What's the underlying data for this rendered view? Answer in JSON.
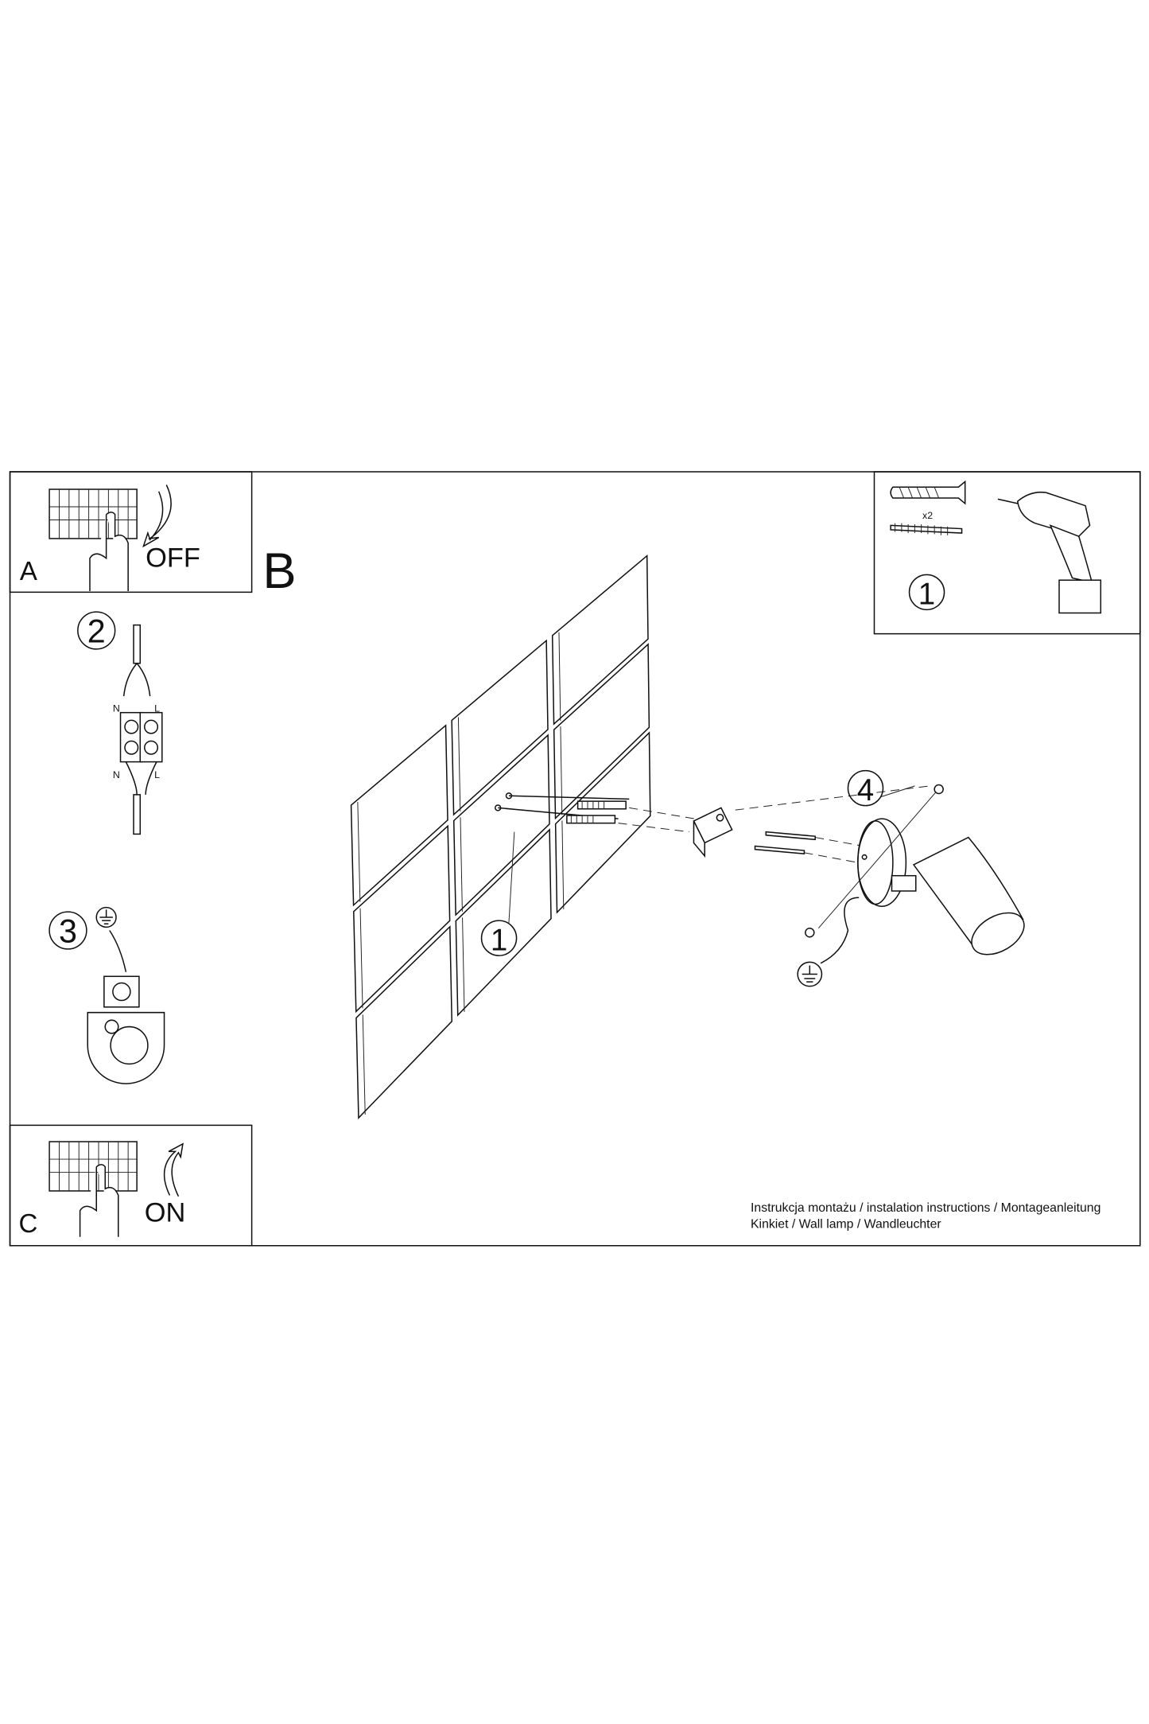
{
  "panel_a": {
    "letter": "A",
    "label": "OFF"
  },
  "panel_b": {
    "letter": "B"
  },
  "panel_c": {
    "letter": "C",
    "label": "ON"
  },
  "step2": {
    "number": "2",
    "n_top": "N",
    "l_top": "L",
    "n_bottom": "N",
    "l_bottom": "L"
  },
  "step3": {
    "number": "3"
  },
  "tools_box": {
    "step": "1",
    "quantity": "x2"
  },
  "main": {
    "step1": "1",
    "step4": "4"
  },
  "footer": {
    "line1": "Instrukcja montażu / instalation instructions / Montageanleitung",
    "line2": "Kinkiet / Wall lamp / Wandleuchter"
  }
}
